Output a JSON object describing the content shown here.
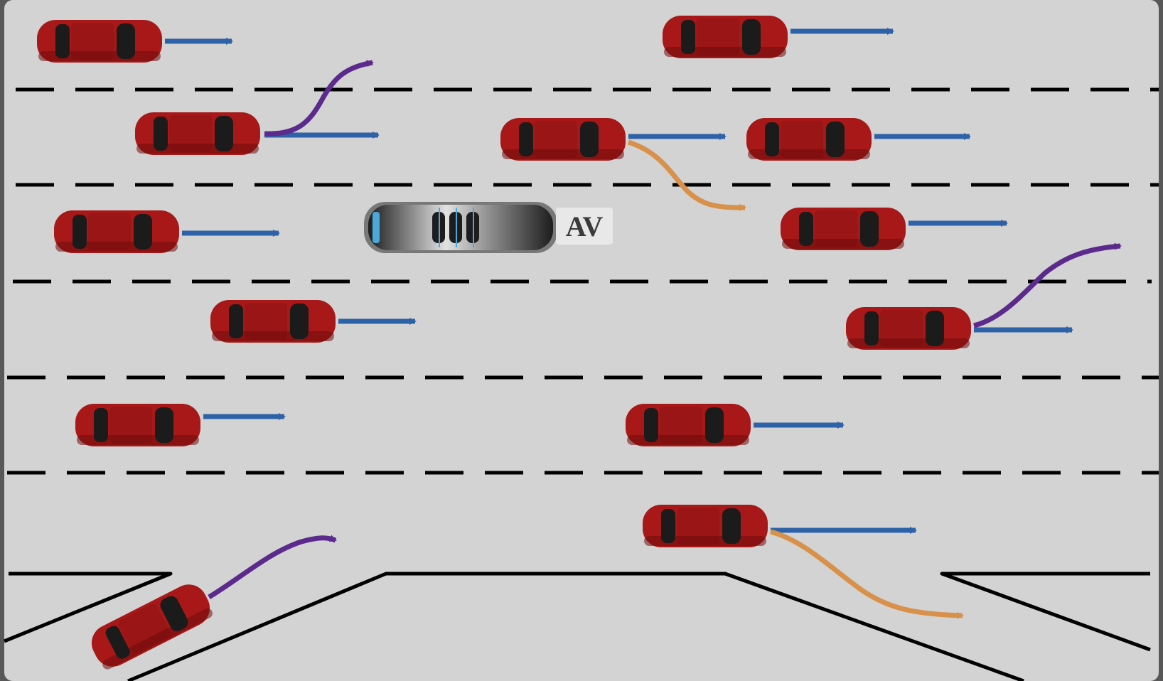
{
  "diagram": {
    "av_label": "AV",
    "colors": {
      "road": "#d3d3d3",
      "frame": "#585858",
      "lane_marking": "#000000",
      "vehicle_body": "#a81818",
      "vehicle_shadow": "#6f0c0c",
      "vehicle_glass": "#1b1b1b",
      "av_body": "#1d1d1d",
      "av_highlight": "#e2e2e2",
      "av_accent": "#4aa9d8",
      "arrow_straight": "#2e62a8",
      "arrow_lane_change_left": "#5b2a8c",
      "arrow_lane_change_right": "#d8914a",
      "label_background": "#e8e8e8",
      "label_text": "#3a3a3a"
    },
    "vehicles": [
      {
        "id": "v1",
        "maneuvers": [
          "straight"
        ]
      },
      {
        "id": "v2",
        "maneuvers": [
          "straight"
        ]
      },
      {
        "id": "v3",
        "maneuvers": [
          "straight",
          "lane-change-left"
        ]
      },
      {
        "id": "v4",
        "maneuvers": [
          "straight",
          "lane-change-right"
        ]
      },
      {
        "id": "v5",
        "maneuvers": [
          "straight"
        ]
      },
      {
        "id": "v6",
        "maneuvers": [
          "straight"
        ]
      },
      {
        "id": "v7",
        "maneuvers": [
          "straight"
        ]
      },
      {
        "id": "v8",
        "maneuvers": [
          "straight"
        ]
      },
      {
        "id": "v9",
        "maneuvers": [
          "straight",
          "lane-change-left"
        ]
      },
      {
        "id": "v10",
        "maneuvers": [
          "straight"
        ]
      },
      {
        "id": "v11",
        "maneuvers": [
          "straight"
        ]
      },
      {
        "id": "v12",
        "maneuvers": [
          "straight",
          "lane-change-right"
        ]
      },
      {
        "id": "v13",
        "maneuvers": [
          "merge"
        ]
      }
    ]
  }
}
